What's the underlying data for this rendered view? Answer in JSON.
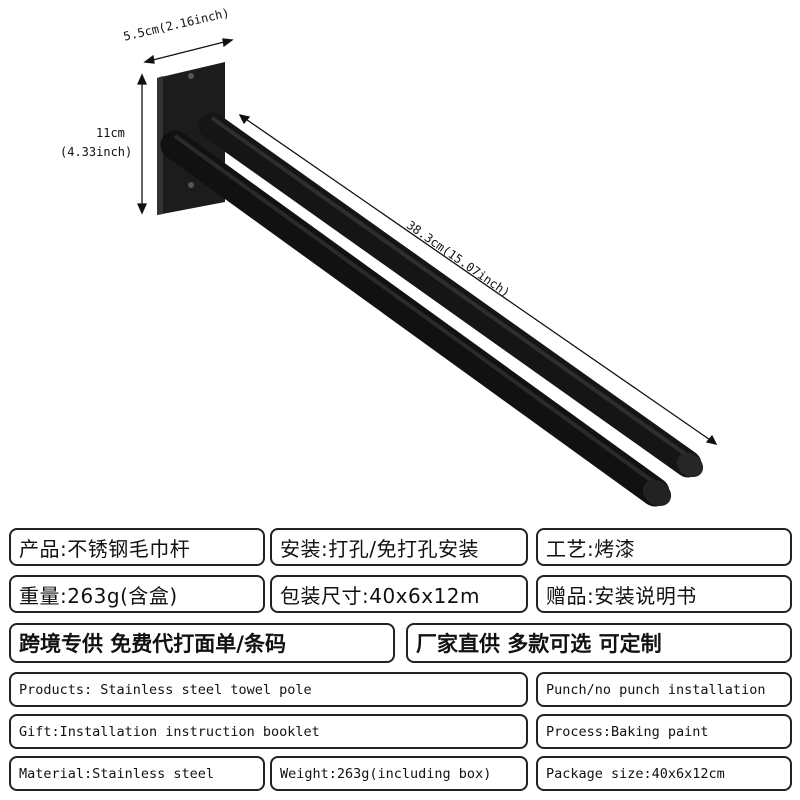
{
  "dimensions": {
    "width_label": "5.5cm(2.16inch)",
    "height_label_cm": "11cm",
    "height_label_inch": "(4.33inch)",
    "length_label": "38.3cm(15.07inch)"
  },
  "info_boxes": {
    "product": "产品:不锈钢毛巾杆",
    "install": "安装:打孔/免打孔安装",
    "process_cn": "工艺:烤漆",
    "weight_cn": "重量:263g(含盒)",
    "package_cn": "包装尺寸:40x6x12m",
    "gift_cn": "赠品:安装说明书",
    "cross_border": "跨境专供 免费代打面单/条码",
    "factory": "厂家直供 多款可选 可定制",
    "products_en": "Products: Stainless steel towel pole",
    "punch_en": "Punch/no punch installation",
    "gift_en": "Gift:Installation instruction booklet",
    "process_en": "Process:Baking paint",
    "material_en": "Material:Stainless steel",
    "weight_en": "Weight:263g(including box)",
    "package_en": "Package size:40x6x12cm"
  },
  "colors": {
    "rod": "#1a1a1a",
    "border": "#222222",
    "background": "#ffffff"
  }
}
